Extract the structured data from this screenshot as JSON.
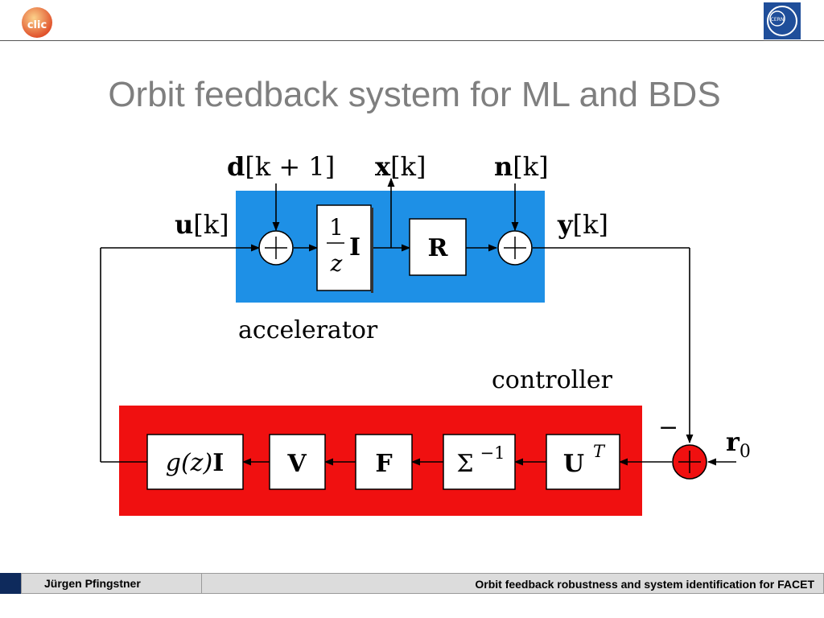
{
  "title": "Orbit feedback system for ML and BDS",
  "footer": {
    "author": "Jürgen Pfingstner",
    "talk": "Orbit feedback robustness and system identification for FACET"
  },
  "logos": {
    "left": "clic-logo",
    "right": "cern-logo"
  },
  "diagram": {
    "signals": {
      "d_prefix": "d",
      "d_suffix": "[k + 1]",
      "x_prefix": "x",
      "x_suffix": "[k]",
      "n_prefix": "n",
      "n_suffix": "[k]",
      "u_prefix": "u",
      "u_suffix": "[k]",
      "y_prefix": "y",
      "y_suffix": "[k]",
      "r_prefix": "r",
      "r_sub": "0",
      "minus": "−"
    },
    "accelerator": {
      "label": "accelerator",
      "color": "#1e90e6",
      "delay_num": "1",
      "delay_den": "z",
      "delay_mat": "I",
      "response": "R"
    },
    "controller": {
      "label": "controller",
      "color": "#f01010",
      "blocks": {
        "g_text": "g(z)",
        "g_mat": "I",
        "v": "V",
        "f": "F",
        "sigma": "Σ",
        "sigma_sup": "−1",
        "u": "U",
        "u_sup": "T"
      }
    },
    "sum_symbol": "+"
  }
}
